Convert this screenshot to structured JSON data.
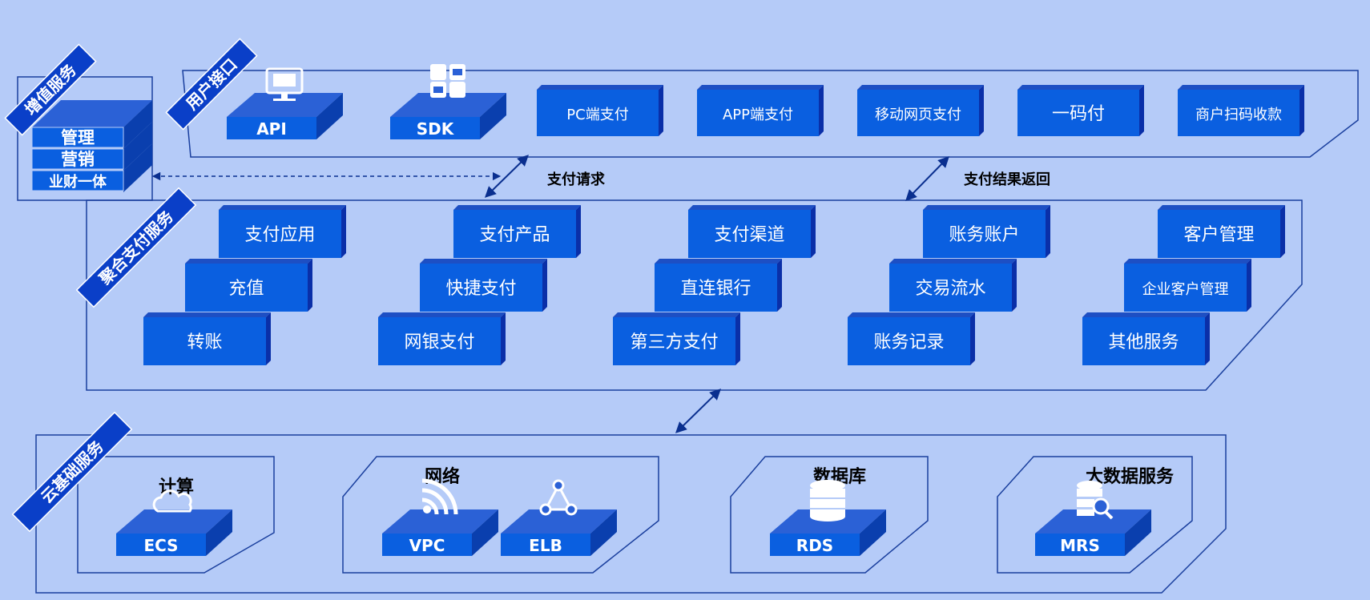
{
  "ribbons": {
    "value_added": "增值服务",
    "user_interface": "用户接口",
    "aggregate": "聚合支付服务",
    "cloud": "云基础服务"
  },
  "value_added": {
    "items": [
      "管理",
      "营销",
      "业财一体"
    ]
  },
  "user_interface": {
    "platforms": [
      {
        "label": "API",
        "icon": "monitor-api-icon"
      },
      {
        "label": "SDK",
        "icon": "sdk-blocks-icon"
      }
    ],
    "channels": [
      "PC端支付",
      "APP端支付",
      "移动网页支付",
      "一码付",
      "商户扫码收款"
    ]
  },
  "arrows": {
    "pay_request": "支付请求",
    "pay_result": "支付结果返回"
  },
  "aggregate": {
    "columns": [
      [
        "支付应用",
        "充值",
        "转账"
      ],
      [
        "支付产品",
        "快捷支付",
        "网银支付"
      ],
      [
        "支付渠道",
        "直连银行",
        "第三方支付"
      ],
      [
        "账务账户",
        "交易流水",
        "账务记录"
      ],
      [
        "客户管理",
        "企业客户管理",
        "其他服务"
      ]
    ]
  },
  "cloud": {
    "groups": [
      {
        "title": "计算",
        "items": [
          {
            "label": "ECS",
            "icon": "cloud-icon"
          }
        ]
      },
      {
        "title": "网络",
        "items": [
          {
            "label": "VPC",
            "icon": "wifi-icon"
          },
          {
            "label": "ELB",
            "icon": "load-balancer-icon"
          }
        ]
      },
      {
        "title": "数据库",
        "items": [
          {
            "label": "RDS",
            "icon": "database-icon"
          }
        ]
      },
      {
        "title": "大数据服务",
        "items": [
          {
            "label": "MRS",
            "icon": "database-search-icon"
          }
        ]
      }
    ]
  },
  "colors": {
    "background": "#b5cbf8",
    "box_front": "#0a5fe0",
    "box_side": "#0a2fa8",
    "box_top": "#1d4fc4",
    "outline": "#1a3f9e"
  }
}
